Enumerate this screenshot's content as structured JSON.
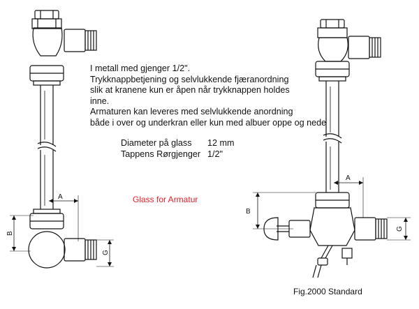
{
  "description": {
    "lines": [
      "I metall med gjenger 1/2\".",
      "Trykknappbetjening og selvlukkende fjæranordning",
      "slik at kranene kun er åpen når trykknappen holdes",
      "inne.",
      "Armaturen kan leveres med selvlukkende anordning",
      "både i over og underkran eller kun med albuer oppe og nede"
    ]
  },
  "specs": [
    {
      "label": "Diameter på glass",
      "value": "12 mm"
    },
    {
      "label": "Tappens Rørgjenger",
      "value": "1/2\""
    }
  ],
  "product_label": "Glass for Armatur",
  "figure_caption": "Fig.2000 Standard",
  "dimension_labels": {
    "left_A": "A",
    "left_B": "B",
    "left_G": "G",
    "right_A": "A",
    "right_B": "B",
    "right_G": "G"
  },
  "colors": {
    "line": "#111111",
    "accent_label": "#e0202a",
    "background": "#ffffff"
  }
}
